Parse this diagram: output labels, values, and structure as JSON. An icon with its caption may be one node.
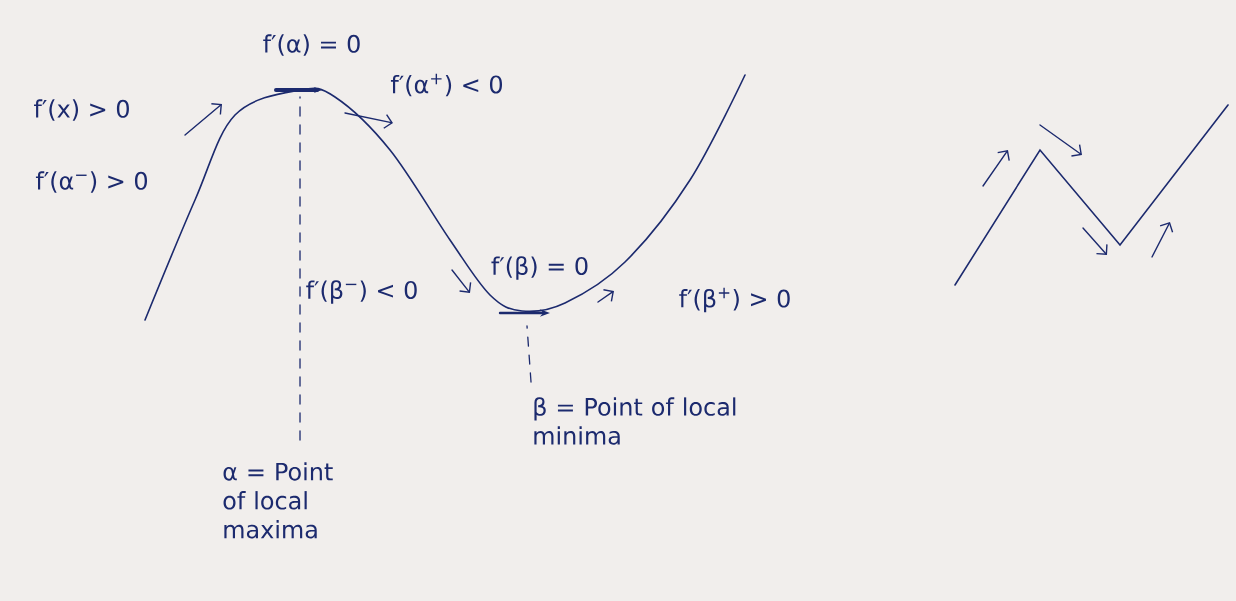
{
  "diagram": {
    "nodes": [
      {
        "text": [
          "α = Point of local maxima"
        ]
      },
      {
        "text": [
          "β = Point of local minima"
        ]
      }
    ],
    "edges": [
      {
        "from": 0,
        "to": null,
        "arrow": "none",
        "style": "dashed"
      },
      {
        "from": 1,
        "to": null,
        "arrow": "none",
        "style": "dashed"
      }
    ],
    "labels": [
      "f′(α) = 0",
      "f′(α$^{+}$) < 0",
      "f′(x) > 0",
      "f′(α$^{−}$) > 0",
      "f′(β$^{−}$) < 0",
      "f′(β) = 0",
      "f′(β$^{+}$) > 0"
    ]
  }
}
